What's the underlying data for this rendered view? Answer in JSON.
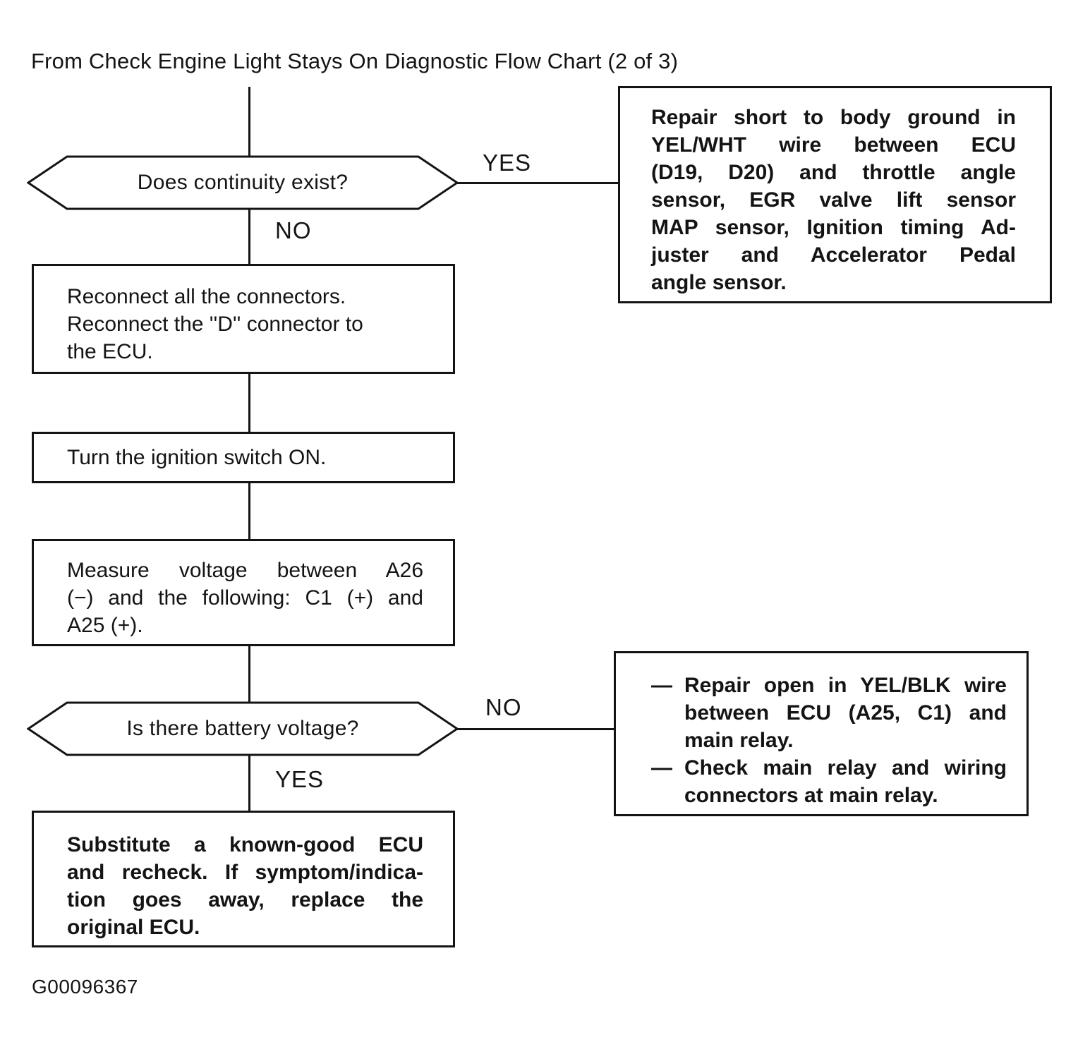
{
  "page": {
    "title": "From Check Engine Light Stays On Diagnostic Flow Chart (2 of 3)",
    "figure_id": "G00096367"
  },
  "colors": {
    "ink": "#141414",
    "paper": "#ffffff"
  },
  "flowchart": {
    "decision_continuity": {
      "label": "Does continuity exist?",
      "yes_label": "YES",
      "no_label": "NO"
    },
    "repair_short_box": {
      "text": "Repair short to body ground in\nYEL/WHT wire between ECU\n(D19, D20) and throttle angle\nsensor, EGR valve lift sensor\nMAP sensor, Ignition timing Ad-\njuster and Accelerator Pedal\nangle sensor."
    },
    "reconnect_box": {
      "text": "Reconnect all the connectors.\nReconnect the ''D'' connector to\nthe ECU."
    },
    "ignition_box": {
      "text": "Turn the ignition switch ON."
    },
    "measure_box": {
      "text": "Measure voltage between A26\n(−) and the following: C1 (+) and\nA25 (+)."
    },
    "decision_battery": {
      "label": "Is there battery voltage?",
      "no_label": "NO",
      "yes_label": "YES"
    },
    "repair_open_box": {
      "bullet": "—",
      "items": [
        "Repair open in YEL/BLK wire\nbetween ECU (A25, C1) and\nmain relay.",
        "Check main relay and wiring\nconnectors at main relay."
      ]
    },
    "substitute_box": {
      "text": "Substitute a known-good ECU\nand recheck. If symptom/indica-\ntion goes away, replace the\noriginal ECU."
    }
  }
}
